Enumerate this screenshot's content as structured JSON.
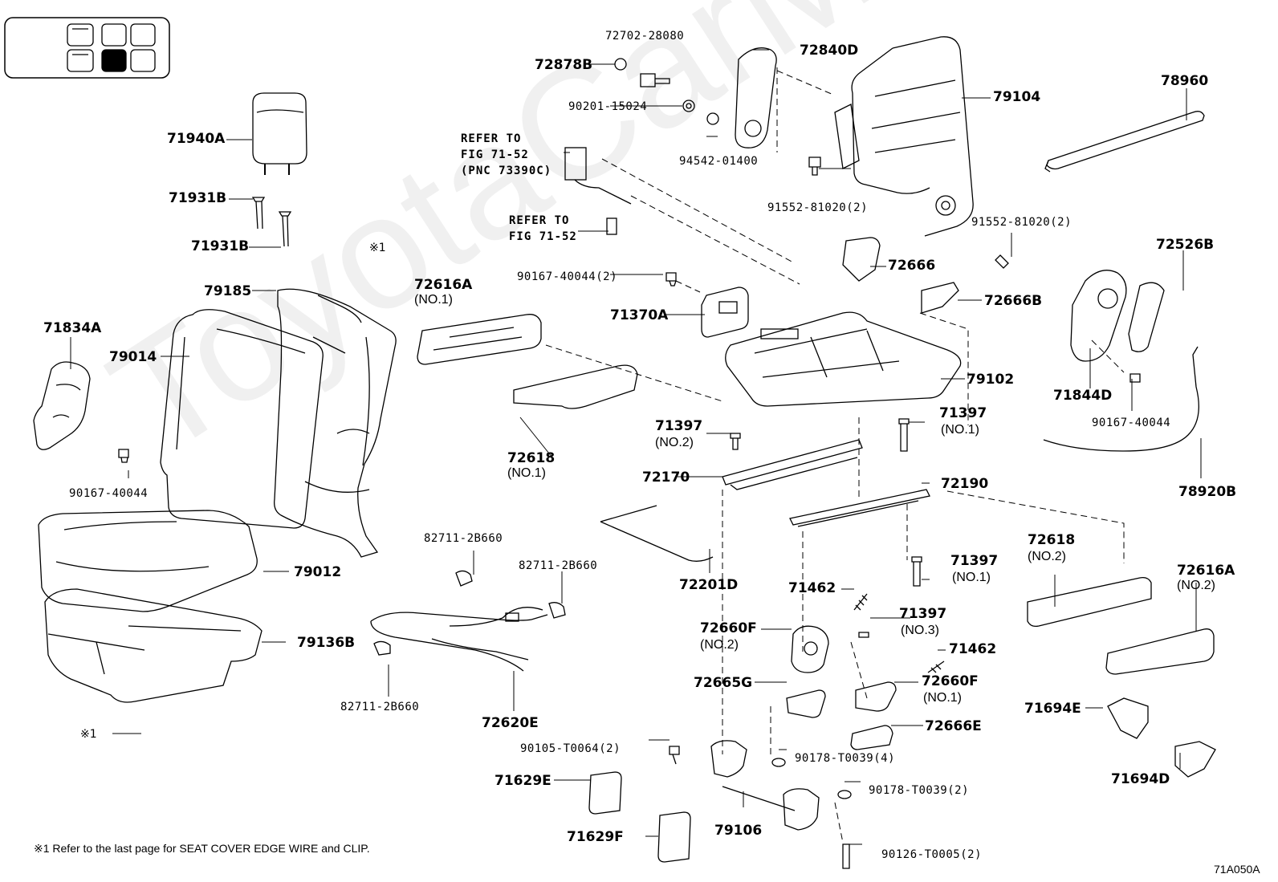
{
  "diagram": {
    "code": "71A050A",
    "footnote": "※1  Refer to the last page for SEAT COVER EDGE WIRE and CLIP.",
    "watermark": "ToyotaCarMine.ru",
    "callout_mark": "※1",
    "line_color": "#000000"
  },
  "labels": {
    "p72702_28080": "72702-28080",
    "p72878B": "72878B",
    "p72840D": "72840D",
    "p90201_15024": "90201-15024",
    "p94542_01400": "94542-01400",
    "p79104": "79104",
    "p78960": "78960",
    "refer1_line1": "REFER TO",
    "refer1_line2": "FIG 71-52",
    "refer1_line3": "(PNC 73390C)",
    "refer2_line1": "REFER TO",
    "refer2_line2": "FIG 71-52",
    "p71940A": "71940A",
    "p71931B_a": "71931B",
    "p71931B_b": "71931B",
    "p91552_81020_a": "91552-81020(2)",
    "p91552_81020_b": "91552-81020(2)",
    "p90167_40044_2": "90167-40044(2)",
    "p72666": "72666",
    "p72616A_1": "72616A",
    "p72616A_1_sub": "(NO.1)",
    "p72526B": "72526B",
    "p79185": "79185",
    "p71370A": "71370A",
    "p72666B": "72666B",
    "p71834A": "71834A",
    "p79014": "79014",
    "p79102": "79102",
    "p71844D": "71844D",
    "p71397_no1a": "71397",
    "p71397_no1a_sub": "(NO.1)",
    "p90167_40044_a": "90167-40044",
    "p90167_40044_b": "90167-40044",
    "p71397_no2": "71397",
    "p71397_no2_sub": "(NO.2)",
    "p72618_1": "72618",
    "p72618_1_sub": "(NO.1)",
    "p72170": "72170",
    "p72190": "72190",
    "p78920B": "78920B",
    "p82711_2B660_a": "82711-2B660",
    "p82711_2B660_b": "82711-2B660",
    "p82711_2B660_c": "82711-2B660",
    "p79012": "79012",
    "p72618_2": "72618",
    "p72618_2_sub": "(NO.2)",
    "p72616A_2": "72616A",
    "p72616A_2_sub": "(NO.2)",
    "p71397_no1b": "71397",
    "p71397_no1b_sub": "(NO.1)",
    "p72201D": "72201D",
    "p71462_a": "71462",
    "p71462_b": "71462",
    "p71397_no3": "71397",
    "p71397_no3_sub": "(NO.3)",
    "p72660F_2": "72660F",
    "p72660F_2_sub": "(NO.2)",
    "p79136B": "79136B",
    "p72665G": "72665G",
    "p72660F_1": "72660F",
    "p72660F_1_sub": "(NO.1)",
    "p72620E": "72620E",
    "p71694E": "71694E",
    "p72666E": "72666E",
    "p90105_T0064": "90105-T0064(2)",
    "p90178_T0039_4": "90178-T0039(4)",
    "p71694D": "71694D",
    "p71629E": "71629E",
    "p90178_T0039_2": "90178-T0039(2)",
    "p79106": "79106",
    "p71629F": "71629F",
    "p90126_T0005": "90126-T0005(2)"
  }
}
